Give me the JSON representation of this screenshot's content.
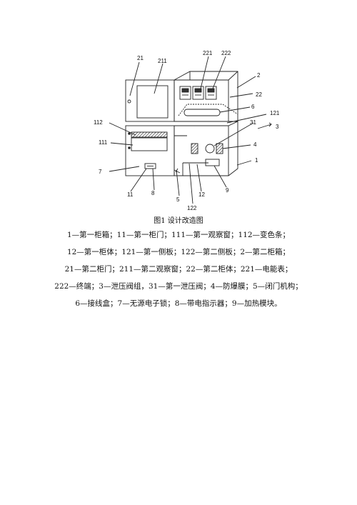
{
  "labels": {
    "n21": "21",
    "n211": "211",
    "n221": "221",
    "n222": "222",
    "n2": "2",
    "n22": "22",
    "n6": "6",
    "n121": "121",
    "n112": "112",
    "n31": "31",
    "n3": "3",
    "n111": "111",
    "n4": "4",
    "n1": "1",
    "n7": "7",
    "n11": "11",
    "n8": "8",
    "n5": "5",
    "n12": "12",
    "n9": "9",
    "n122": "122"
  },
  "caption": "图1 设计改造图",
  "legend": [
    "1—第一柜箱；11—第一柜门；111—第一观察窗；112—变色条；",
    "12—第一柜体；121—第一侧板；122—第二侧板；2—第二柜箱；",
    "21—第二柜门；211—第二观察窗；22—第二柜体；221—电能表；",
    "222—终端；3—泄压阀组，31—第一泄压阀；4—防爆膜；5—闭门机构；",
    "6—接线盒；7—无源电子锁；8—带电指示器；9—加热模块。"
  ]
}
